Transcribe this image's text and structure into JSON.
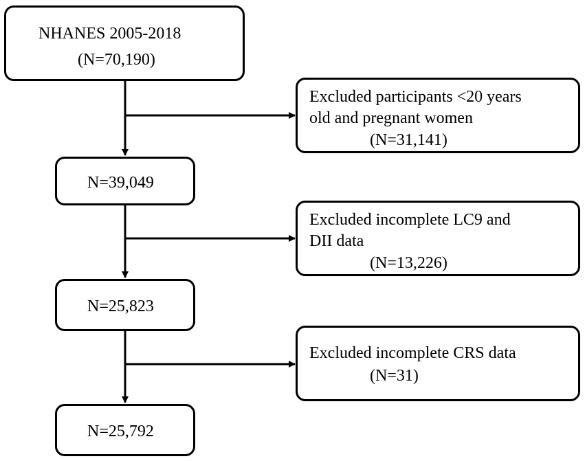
{
  "flowchart": {
    "nodes": {
      "start": {
        "line1": "NHANES 2005-2018",
        "line2": "(N=70,190)"
      },
      "step1": {
        "label": "N=39,049"
      },
      "step2": {
        "label": "N=25,823"
      },
      "final": {
        "label": "N=25,792"
      }
    },
    "exclusions": {
      "ex1": {
        "line1": "Excluded participants <20 years",
        "line2": "old and pregnant women",
        "line3": "(N=31,141)"
      },
      "ex2": {
        "line1": "Excluded incomplete LC9 and",
        "line2": "DII data",
        "line3": "(N=13,226)"
      },
      "ex3": {
        "line1": "Excluded incomplete CRS data",
        "line2": "(N=31)"
      }
    },
    "edges": [
      {
        "from": "start",
        "to": "step1"
      },
      {
        "from": "start",
        "to": "ex1"
      },
      {
        "from": "step1",
        "to": "step2"
      },
      {
        "from": "step1",
        "to": "ex2"
      },
      {
        "from": "step2",
        "to": "final"
      },
      {
        "from": "step2",
        "to": "ex3"
      }
    ],
    "colors": {
      "stroke": "#000000",
      "fill": "#ffffff",
      "text": "#000000"
    }
  }
}
